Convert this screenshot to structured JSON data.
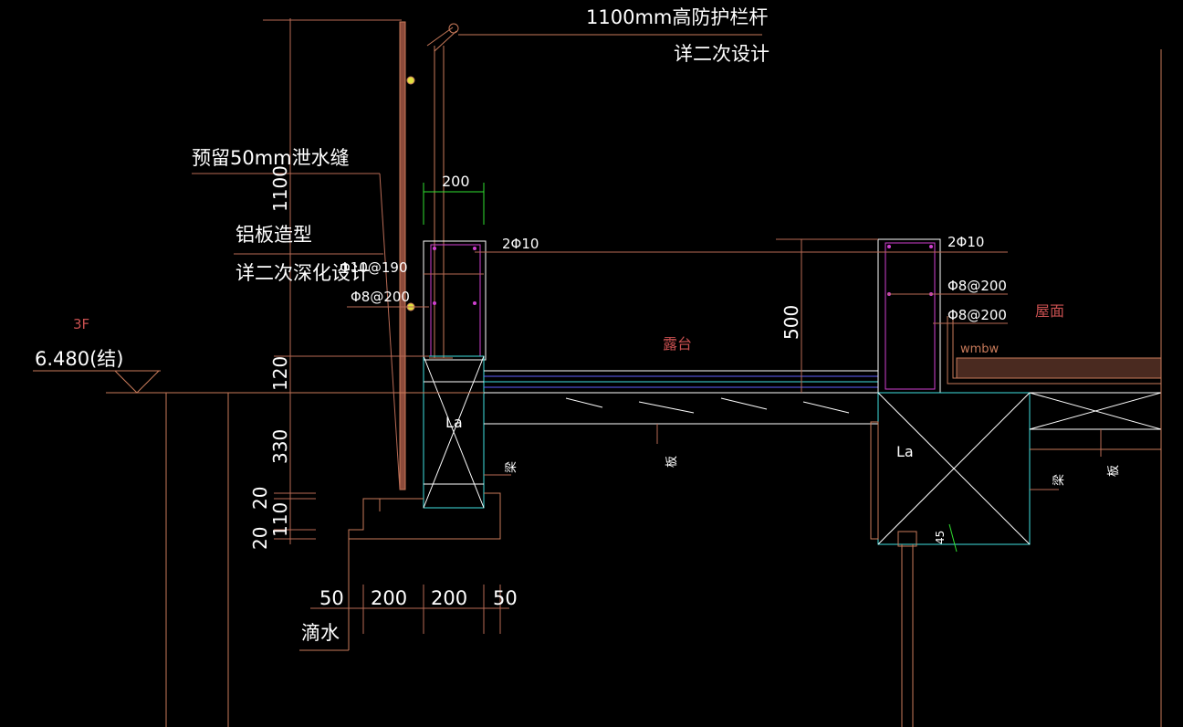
{
  "annotations": {
    "railing_title": "1100mm高防护栏杆",
    "railing_note": "详二次设计",
    "drain_gap": "预留50mm泄水缝",
    "alu_panel": "铝板造型",
    "alu_panel_note": "详二次深化设计",
    "drip": "滴水",
    "terrace": "露台",
    "roof": "屋面",
    "wmbw": "wmbw"
  },
  "level": {
    "floor": "3F",
    "elevation": "6.480(结)"
  },
  "rebar": {
    "left_top": "2Φ10",
    "left_side_1": "Φ10@190",
    "left_side_2": "Φ8@200",
    "right_top": "2Φ10",
    "right_side_1": "Φ8@200",
    "right_side_2": "Φ8@200"
  },
  "dimensions": {
    "rail_height": "1100",
    "d120": "120",
    "d330": "330",
    "d20a": "20",
    "d20b": "20",
    "d110": "110",
    "parapet_height": "500",
    "top_width": "200",
    "bottom_50a": "50",
    "bottom_200a": "200",
    "bottom_200b": "200",
    "bottom_50b": "50",
    "d45": "45"
  },
  "labels": {
    "la_left": "La",
    "la_right": "La",
    "beam_left": "梁",
    "beam_right": "梁",
    "slab_mid": "板",
    "slab_right": "板"
  },
  "colors": {
    "background": "#000000",
    "structure": "#c87a5a",
    "dimension": "#b86a55",
    "rebar": "#d040d0",
    "concrete_outline": "#ffffff",
    "cyan": "#40e0e0",
    "blue": "#6060ff",
    "green": "#30e030",
    "yellow": "#e0e040",
    "label_red": "#c85050"
  }
}
